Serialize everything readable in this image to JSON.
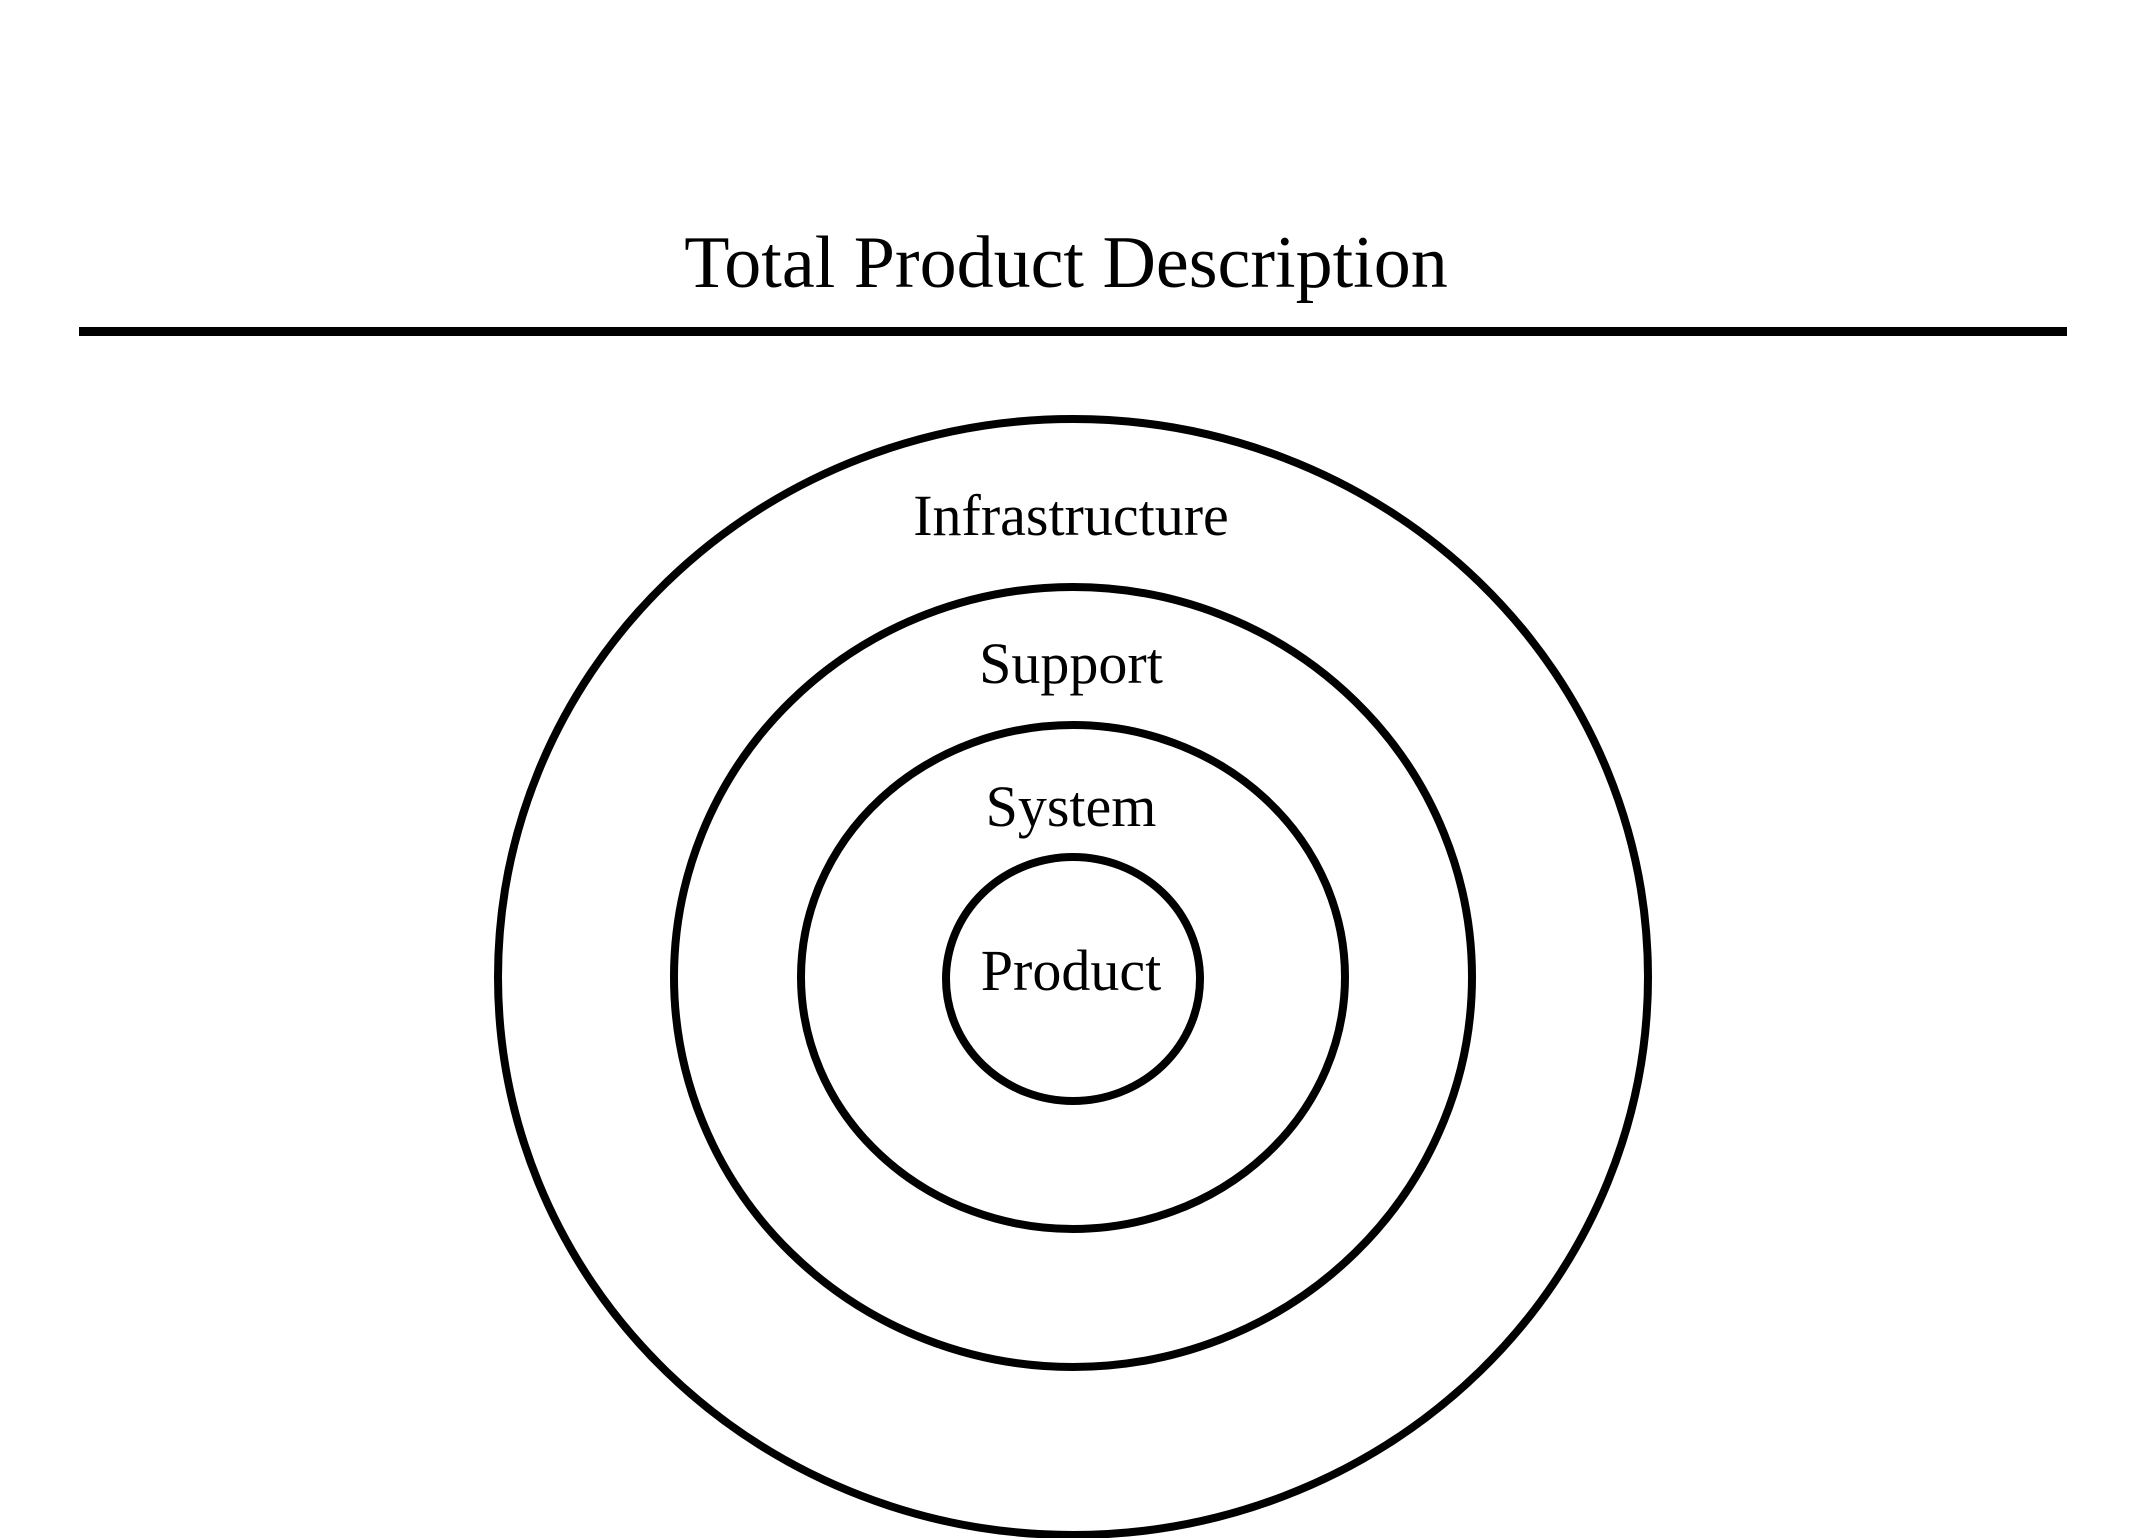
{
  "title": "Total Product Description",
  "layers": [
    {
      "label": "Infrastructure"
    },
    {
      "label": "Support"
    },
    {
      "label": "System"
    },
    {
      "label": "Product"
    }
  ],
  "colors": {
    "background": "#ffffff",
    "stroke": "#000000",
    "text": "#000000"
  }
}
